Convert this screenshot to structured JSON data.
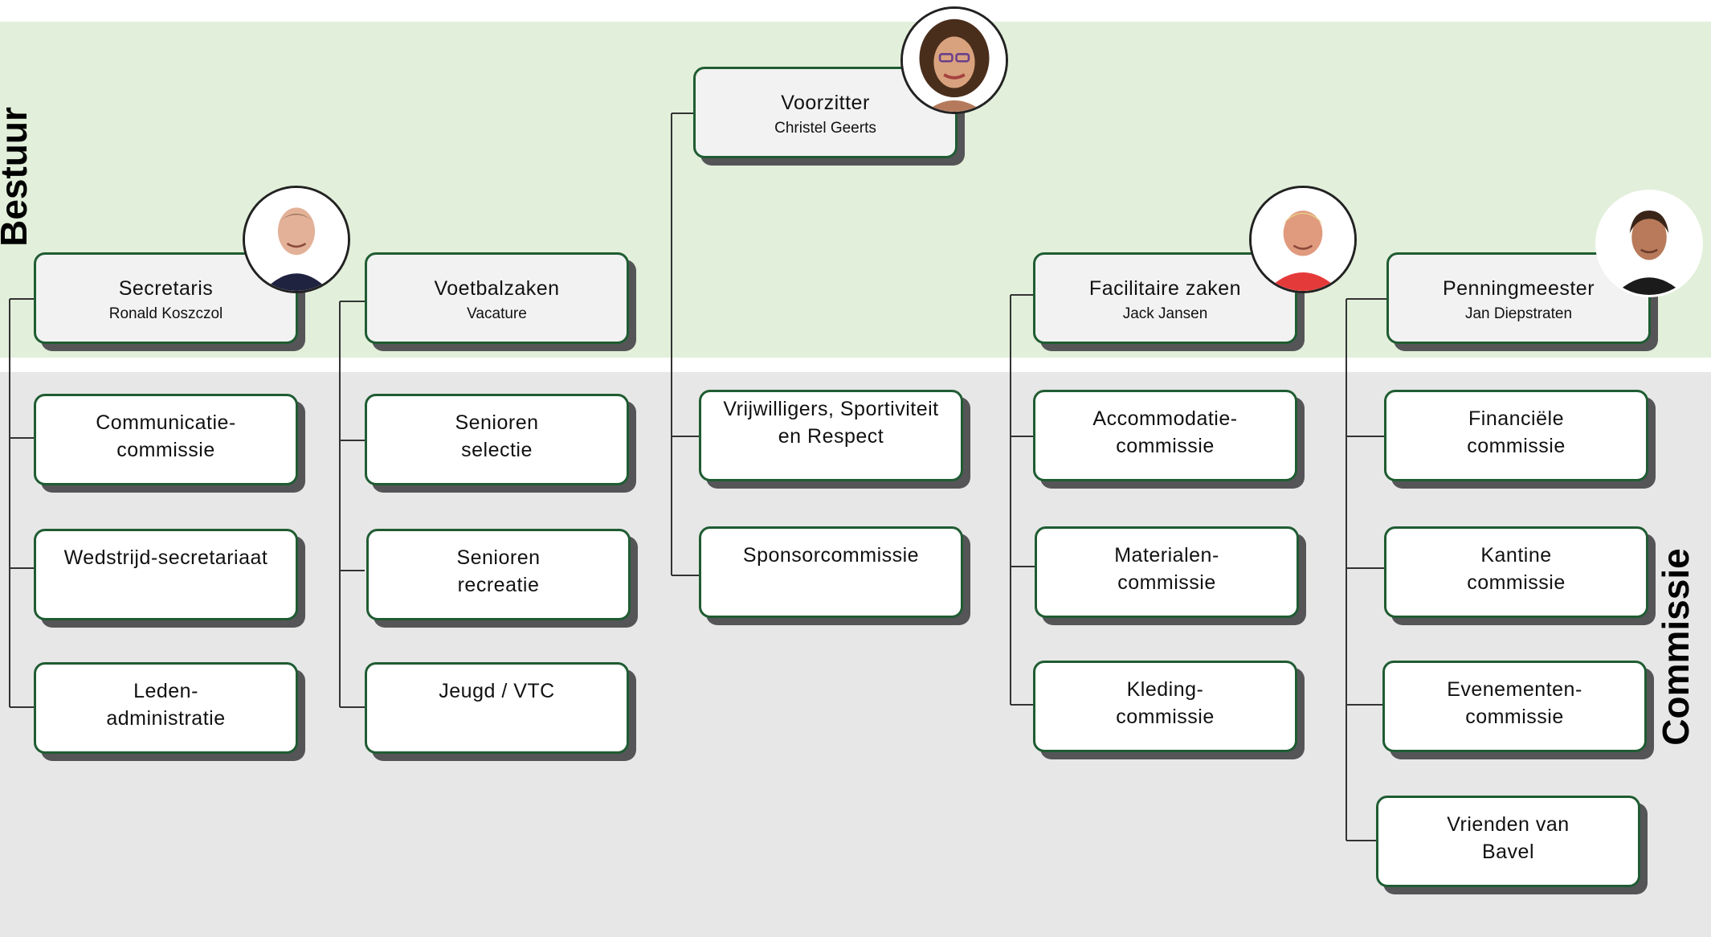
{
  "band_labels": {
    "top": "Bestuur",
    "bottom": "Commissie"
  },
  "officers": {
    "voorzitter": {
      "role": "Voorzitter",
      "person": "Christel Geerts"
    },
    "secretaris": {
      "role": "Secretaris",
      "person": "Ronald Koszczol"
    },
    "voetbalzaken": {
      "role": "Voetbalzaken",
      "person": "Vacature"
    },
    "facilitaire": {
      "role": "Facilitaire zaken",
      "person": "Jack Jansen"
    },
    "penningmeester": {
      "role": "Penningmeester",
      "person": "Jan Diepstraten"
    }
  },
  "commissions": {
    "secretaris": [
      "Communicatie-\ncommissie",
      "Wedstrijd-secretariaat",
      "Leden-\nadministratie"
    ],
    "voetbalzaken": [
      "Senioren\nselectie",
      "Senioren\nrecreatie",
      "Jeugd / VTC"
    ],
    "voorzitter": [
      "Vrijwilligers, Sportiviteit\nen Respect",
      "Sponsorcommissie"
    ],
    "facilitaire": [
      "Accommodatie-\ncommissie",
      "Materialen-\ncommissie",
      "Kleding-\ncommissie"
    ],
    "penningmeester": [
      "Financiële\ncommissie",
      "Kantine\ncommissie",
      "Evenementen-\ncommissie",
      "Vrienden van\nBavel"
    ]
  },
  "colors": {
    "bestuur_band": "#e2efda",
    "commissie_band": "#e7e7e7",
    "box_border": "#1f5c32",
    "officer_fill": "#f2f2f2",
    "shadow": "#555558"
  }
}
